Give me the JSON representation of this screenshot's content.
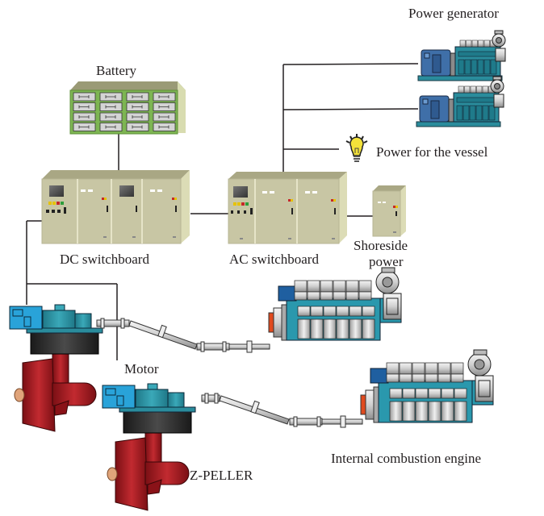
{
  "diagram": {
    "title": "Hybrid ship power system",
    "labels": {
      "battery": "Battery",
      "power_generator": "Power generator",
      "power_for_vessel": "Power for the vessel",
      "dc_switchboard": "DC switchboard",
      "ac_switchboard": "AC switchboard",
      "shoreside_power_line1": "Shoreside",
      "shoreside_power_line2": "power",
      "motor": "Motor",
      "z_peller": "Z-PELLER",
      "internal_combustion_engine": "Internal combustion engine"
    },
    "icons": {
      "battery": "battery-bank-icon",
      "generator": "diesel-generator-icon",
      "lightbulb": "lightbulb-icon",
      "switchboard": "switchboard-cabinet-icon",
      "shore_power": "shore-power-cabinet-icon",
      "motor": "electric-motor-icon",
      "propeller": "z-peller-thruster-icon",
      "engine": "internal-combustion-engine-icon",
      "shaft": "drive-shaft-icon"
    },
    "colors": {
      "cabinet": "#c8c6a4",
      "cabinet_top": "#a9a784",
      "battery_frame": "#7db552",
      "generator_teal": "#2a8c9c",
      "generator_blue": "#3f6fa8",
      "motor_blue": "#29a3d9",
      "thruster_red": "#a3171e",
      "engine_teal": "#2a98ad",
      "engine_gray": "#d6d6d6",
      "line": "#231f20"
    }
  }
}
